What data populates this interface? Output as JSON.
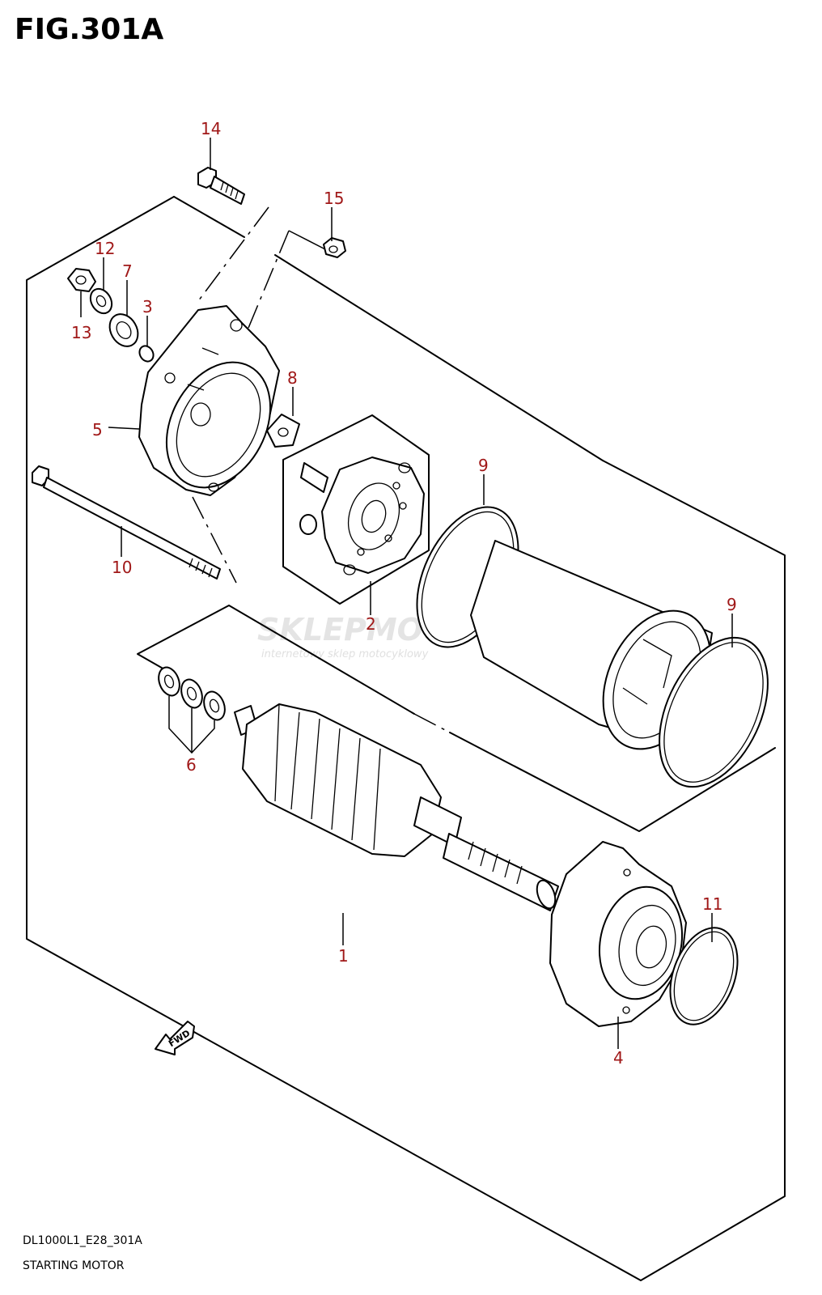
{
  "figure": {
    "title": "FIG.301A",
    "code": "DL1000L1_E28_301A",
    "name": "STARTING MOTOR"
  },
  "watermark": {
    "brand": "SKLEPMOTO45.PL",
    "tagline": "internetowy sklep motocyklowy"
  },
  "callouts": [
    "14",
    "15",
    "12",
    "7",
    "3",
    "13",
    "8",
    "5",
    "9",
    "2",
    "10",
    "9",
    "6",
    "11",
    "1",
    "4"
  ],
  "direction_label": "FWD",
  "colors": {
    "callout": "#a01818",
    "ink": "#000000"
  }
}
